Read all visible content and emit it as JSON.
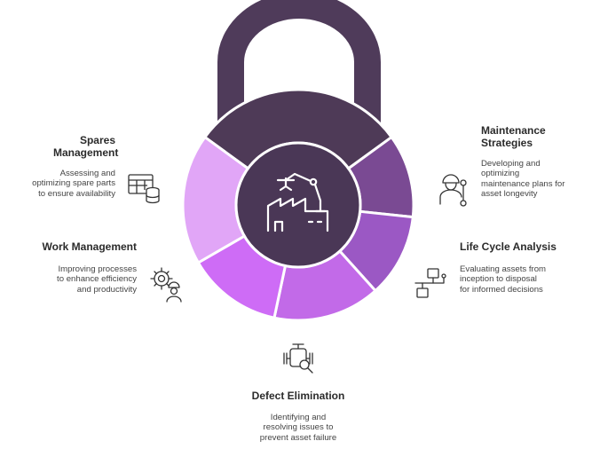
{
  "colors": {
    "shackle": "#4f3b5a",
    "top_segment": "#4e3a57",
    "center": "#4a3756",
    "center_border": "#ffffff",
    "seg_maintenance": "#7a4a93",
    "seg_lifecycle": "#9b58c4",
    "seg_defect": "#c26ae8",
    "seg_work": "#ce6cf6",
    "seg_spares": "#e1a6f7",
    "icon_stroke": "#333333"
  },
  "items": {
    "spares": {
      "title": "Spares\nManagement",
      "desc": "Assessing and\noptimizing spare parts\nto ensure availability",
      "icon": "inventory-database-icon"
    },
    "maintenance": {
      "title": "Maintenance\nStrategies",
      "desc": "Developing and\noptimizing\nmaintenance plans for\nasset longevity",
      "icon": "technician-wrench-icon"
    },
    "work": {
      "title": "Work Management",
      "desc": "Improving processes\nto enhance efficiency\nand productivity",
      "icon": "gear-worker-icon"
    },
    "lifecycle": {
      "title": "Life Cycle Analysis",
      "desc": "Evaluating assets from\ninception to disposal\nfor informed decisions",
      "icon": "flowchart-icon"
    },
    "defect": {
      "title": "Defect Elimination",
      "desc": "Identifying and\nresolving issues to\nprevent asset failure",
      "icon": "valve-inspect-icon"
    }
  },
  "center_icon": "factory-robot-arm-icon"
}
